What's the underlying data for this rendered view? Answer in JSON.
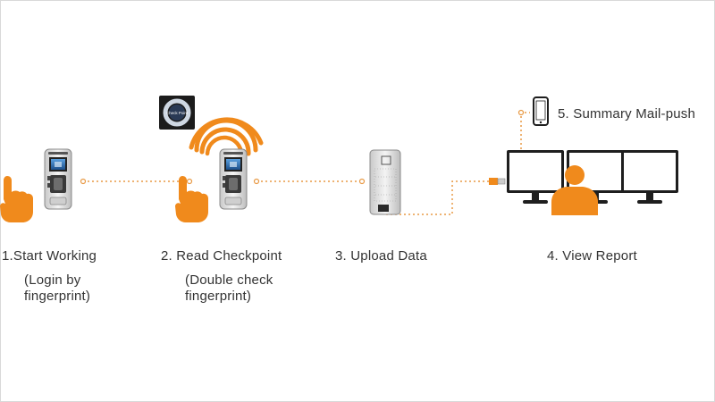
{
  "colors": {
    "accent": "#F08A1C",
    "connector": "#E89A45",
    "text": "#333333",
    "device_body": "#E6E6E6",
    "device_dark": "#3A3A3A",
    "monitor_dark": "#1E1E1E"
  },
  "icons": {
    "checkpoint": "checkpoint-tag-icon",
    "signal": "rfid-signal-waves-icon",
    "hand": "pointing-hand-icon",
    "phone": "smartphone-icon",
    "monitor": "monitor-icon",
    "user": "user-silhouette-icon",
    "cable": "usb-cable-icon"
  },
  "checkpoint_tag_text": "Check Point",
  "steps": [
    {
      "title": "1.Start Working",
      "sub1": "(Login by",
      "sub2": "fingerprint)"
    },
    {
      "title": "2. Read Checkpoint",
      "sub1": "(Double check",
      "sub2": "fingerprint)"
    },
    {
      "title": "3. Upload Data"
    },
    {
      "title": "4. View Report"
    },
    {
      "title": "5. Summary Mail-push"
    }
  ]
}
